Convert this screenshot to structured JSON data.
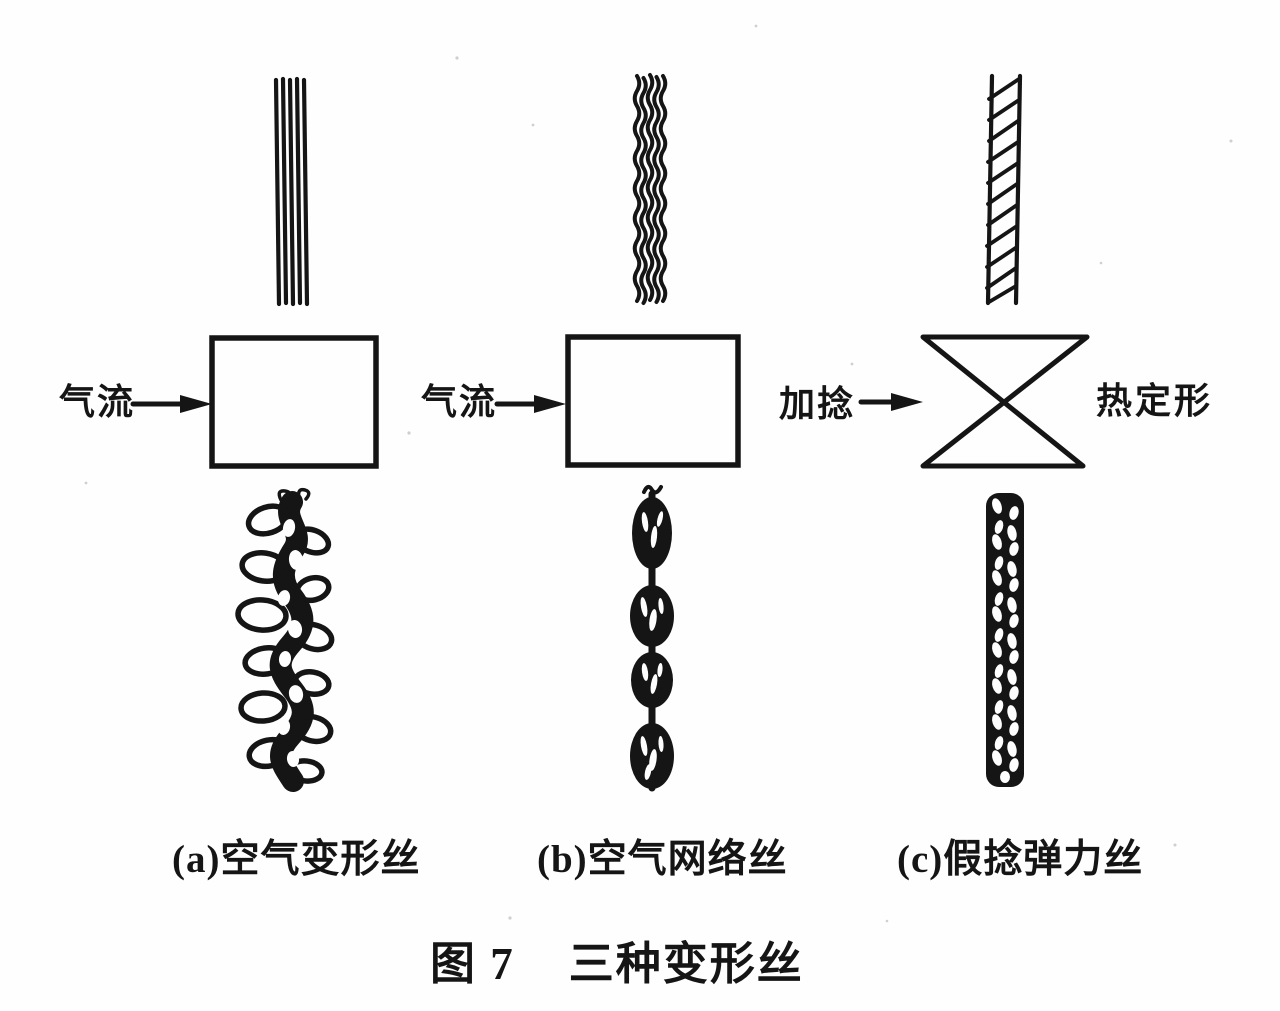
{
  "figure": {
    "caption": {
      "figure_no": "图 7",
      "title": "三种变形丝"
    },
    "columns": [
      {
        "key": "a",
        "input_arrow_label": "气流",
        "caption": "(a)空气变形丝"
      },
      {
        "key": "b",
        "input_arrow_label": "气流",
        "caption": "(b)空气网络丝"
      },
      {
        "key": "c",
        "input_arrow_label": "加捻",
        "side_label": "热定形",
        "caption": "(c)假捻弹力丝"
      }
    ],
    "colors": {
      "ink": "#151515",
      "paper": "#fefefe"
    }
  }
}
